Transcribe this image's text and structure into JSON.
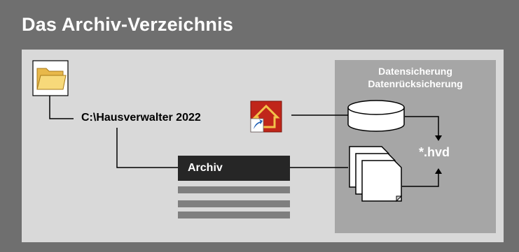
{
  "header": {
    "title": "Das Archiv-Verzeichnis"
  },
  "backup_box": {
    "title_line1": "Datensicherung",
    "title_line2": "Datenrücksicherung"
  },
  "folder": {
    "icon": "folder-icon",
    "path": "C:\\Hausverwalter 2022"
  },
  "app": {
    "icon": "house-app-shortcut-icon"
  },
  "archive": {
    "label": "Archiv"
  },
  "database": {
    "icon": "database-cylinder-icon"
  },
  "documents": {
    "icon": "documents-stack-icon"
  },
  "file_extension": {
    "label": "*.hvd"
  },
  "colors": {
    "background": "#6f6f6f",
    "panel": "#d9d9d9",
    "backup_box": "#a6a6a6",
    "archive_bar": "#262626",
    "app_icon_red": "#c0261a"
  }
}
